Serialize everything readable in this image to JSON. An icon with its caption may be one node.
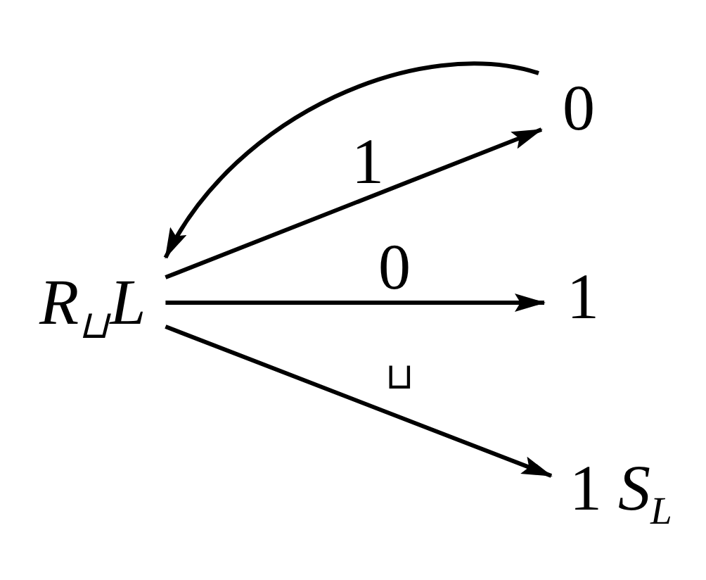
{
  "diagram": {
    "nodes": [
      {
        "text": [
          "*R*$_{⊔}$*L*"
        ]
      },
      {
        "text": [
          "0"
        ]
      },
      {
        "text": [
          "1"
        ]
      },
      {
        "text": [
          "1 *S*$_{L}$"
        ]
      }
    ],
    "edges": [
      {
        "from": 0,
        "to": 1,
        "arrow": "to",
        "label": "1"
      },
      {
        "from": 0,
        "to": 2,
        "arrow": "to",
        "label": "0"
      },
      {
        "from": 0,
        "to": 3,
        "arrow": "to",
        "label": "⊔"
      },
      {
        "from": 1,
        "to": 0,
        "arrow": "to"
      }
    ]
  }
}
